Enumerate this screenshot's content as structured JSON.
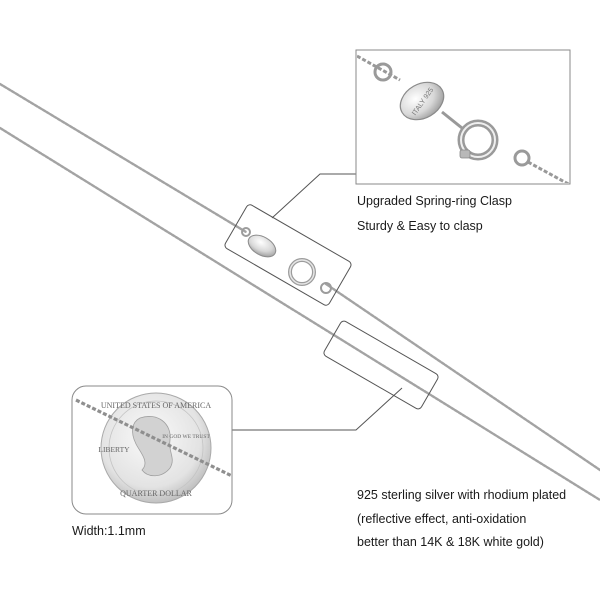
{
  "clasp_callout": {
    "title": "Upgraded Spring-ring Clasp",
    "subtitle": "Sturdy & Easy to clasp",
    "stamp_text": "ITALY 925"
  },
  "coin_callout": {
    "width_label": "Width:1.1mm",
    "coin_text_top": "UNITED STATES OF AMERICA",
    "coin_text_left": "LIBERTY",
    "coin_text_right": "IN GOD WE TRUST",
    "coin_text_bottom": "QUARTER DOLLAR"
  },
  "material_callout": {
    "line1": "925 sterling silver with rhodium plated",
    "line2": "(reflective effect, anti-oxidation",
    "line3": "better than 14K & 18K white gold)"
  },
  "colors": {
    "chain": "#9a9a9a",
    "frame": "#8a8a8a",
    "silver": "#d9d9d9"
  }
}
